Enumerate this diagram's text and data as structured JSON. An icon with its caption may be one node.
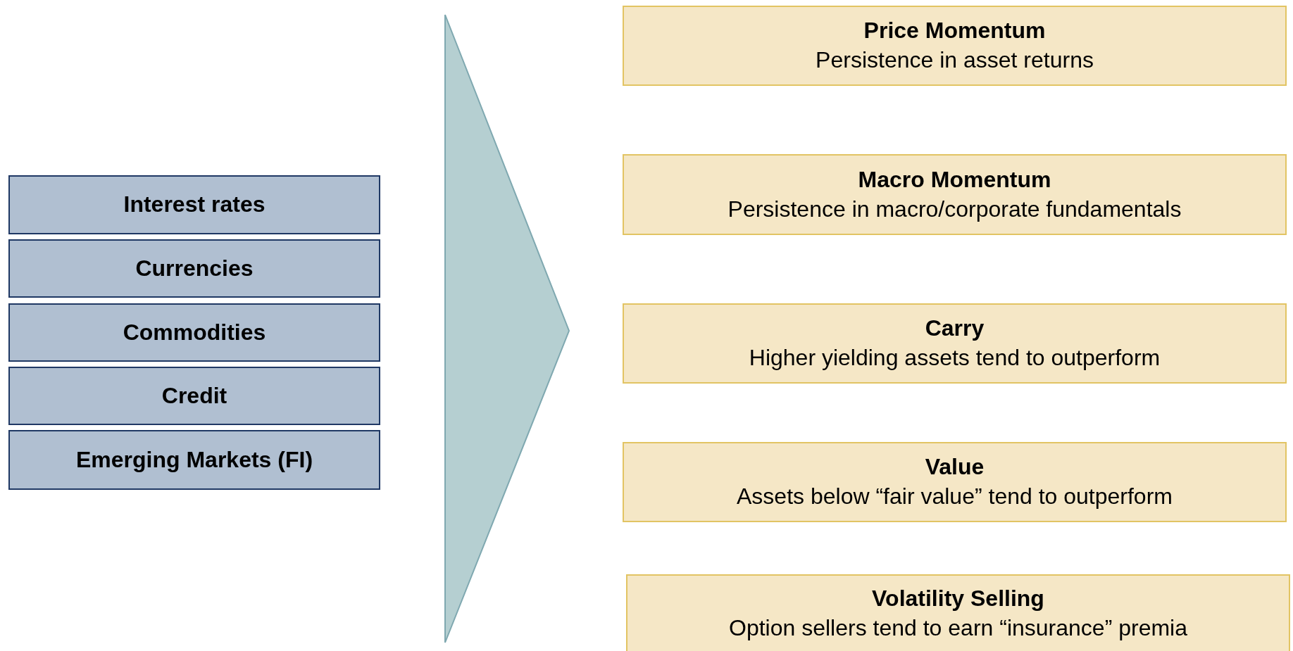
{
  "diagram": {
    "nodes": [
      {
        "text": [
          "Interest rates"
        ]
      },
      {
        "text": [
          "Currencies"
        ]
      },
      {
        "text": [
          "Commodities"
        ]
      },
      {
        "text": [
          "Credit"
        ]
      },
      {
        "text": [
          "Emerging Markets (FI)"
        ]
      },
      {
        "text": [
          "Price Momentum",
          "Persistence in asset returns"
        ]
      },
      {
        "text": [
          "Macro Momentum",
          "Persistence in macro/corporate fundamentals"
        ]
      },
      {
        "text": [
          "Carry",
          "Higher yielding assets tend to outperform"
        ]
      },
      {
        "text": [
          "Value",
          "Assets below “fair value” tend to outperform"
        ]
      },
      {
        "text": [
          "Volatility Selling",
          "Option sellers tend to earn “insurance” premia"
        ]
      }
    ]
  }
}
